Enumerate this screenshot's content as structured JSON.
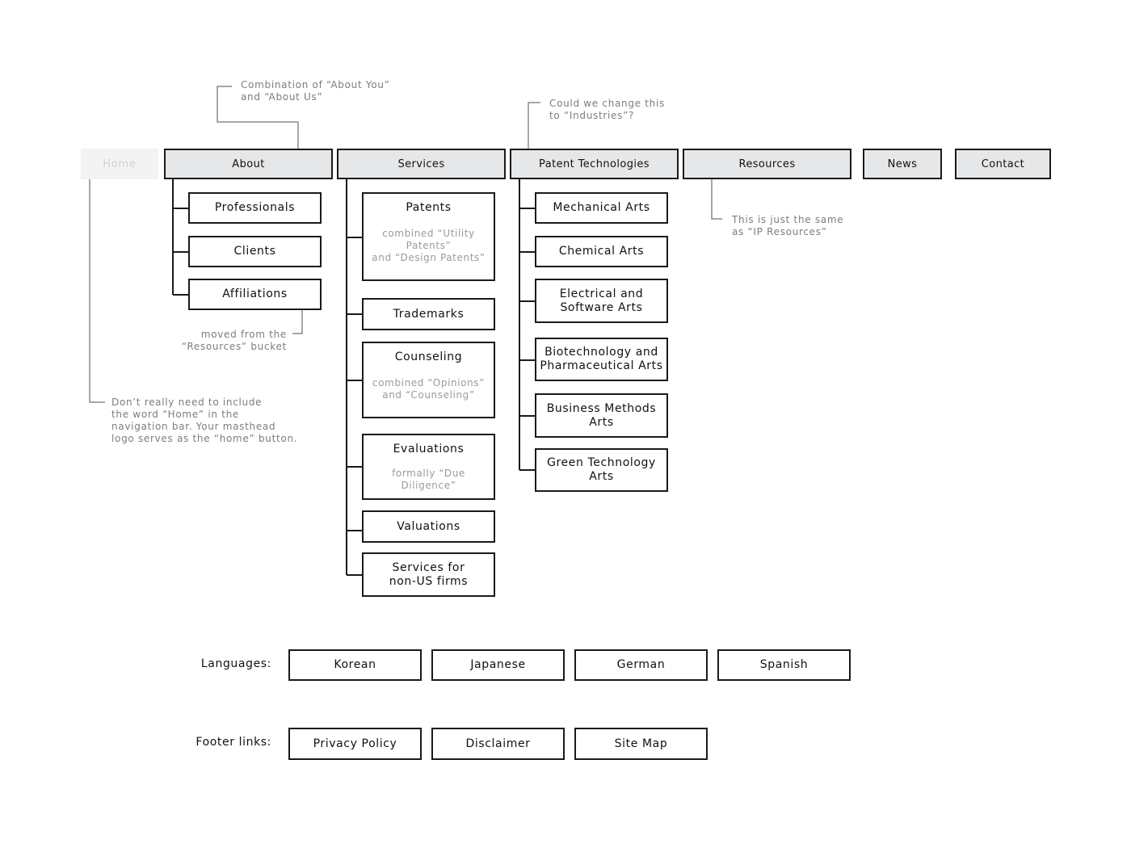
{
  "nav": {
    "home": "Home",
    "about": "About",
    "services": "Services",
    "patent_technologies": "Patent Technologies",
    "resources": "Resources",
    "news": "News",
    "contact": "Contact"
  },
  "about_items": [
    "Professionals",
    "Clients",
    "Affiliations"
  ],
  "services_items": [
    {
      "label": "Patents",
      "note": "combined “Utility\nPatents”\nand “Design Patents”"
    },
    {
      "label": "Trademarks",
      "note": ""
    },
    {
      "label": "Counseling",
      "note": "combined “Opinions”\nand “Counseling”"
    },
    {
      "label": "Evaluations",
      "note": "formally “Due Diligence”"
    },
    {
      "label": "Valuations",
      "note": ""
    },
    {
      "label": "Services for\nnon-US firms",
      "note": ""
    }
  ],
  "tech_items": [
    "Mechanical Arts",
    "Chemical Arts",
    "Electrical and\nSoftware Arts",
    "Biotechnology and\nPharmaceutical Arts",
    "Business Methods\nArts",
    "Green Technology\nArts"
  ],
  "annotations": {
    "about": "Combination of “About You”\nand “About Us”",
    "patent_tech": "Could we change this\nto “Industries”?",
    "resources": "This is just the same\nas “IP Resources”",
    "affiliations": "moved from the\n“Resources” bucket",
    "home": "Don’t really need to include\nthe word “Home” in the\nnavigation bar. Your masthead\nlogo serves as the “home” button."
  },
  "languages": {
    "label": "Languages:",
    "items": [
      "Korean",
      "Japanese",
      "German",
      "Spanish"
    ]
  },
  "footer": {
    "label": "Footer links:",
    "items": [
      "Privacy Policy",
      "Disclaimer",
      "Site Map"
    ]
  },
  "colors": {
    "nav_fill": "#e6e7e8",
    "border": "#1a1a1a",
    "annotation_text": "#7d7d7d",
    "annotation_line": "#8a8a8a",
    "ghost_text": "#d2d2d2"
  }
}
